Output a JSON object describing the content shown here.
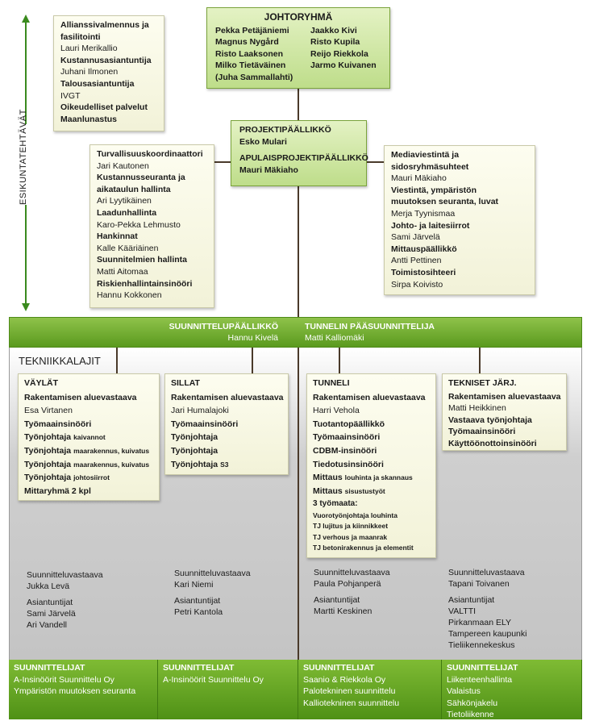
{
  "side_label": "ESIKUNTATEHTÄVÄT",
  "steering": {
    "title": "JOHTORYHMÄ",
    "left": [
      "Pekka Petäjäniemi",
      "Magnus Nygård",
      "Risto Laaksonen",
      "Milko Tietäväinen",
      "(Juha Sammallahti)"
    ],
    "right": [
      "Jaakko Kivi",
      "Risto Kupila",
      "Reijo Riekkola",
      "Jarmo Kuivanen"
    ]
  },
  "staff_left_top": [
    {
      "t": "Allianssivalmennus ja",
      "b": true
    },
    {
      "t": "fasilitointi",
      "b": true
    },
    {
      "t": "Lauri Merikallio",
      "b": false
    },
    {
      "t": "Kustannusasiantuntija",
      "b": true
    },
    {
      "t": "Juhani Ilmonen",
      "b": false
    },
    {
      "t": "Talousasiantuntija",
      "b": true
    },
    {
      "t": "IVGT",
      "b": false
    },
    {
      "t": "Oikeudelliset palvelut",
      "b": true
    },
    {
      "t": "Maanlunastus",
      "b": true
    }
  ],
  "pm": {
    "title1": "PROJEKTIPÄÄLLIKKÖ",
    "name1": "Esko Mulari",
    "title2": "APULAISPROJEKTIPÄÄLLIKKÖ",
    "name2": "Mauri Mäkiaho"
  },
  "staff_left": [
    {
      "t": "Turvallisuuskoordinaattori",
      "b": true
    },
    {
      "t": "Jari Kautonen",
      "b": false
    },
    {
      "t": "Kustannusseuranta ja",
      "b": true
    },
    {
      "t": "aikataulun hallinta",
      "b": true
    },
    {
      "t": "Ari Lyytikäinen",
      "b": false
    },
    {
      "t": "Laadunhallinta",
      "b": true
    },
    {
      "t": "Karo-Pekka Lehmusto",
      "b": false
    },
    {
      "t": "Hankinnat",
      "b": true
    },
    {
      "t": "Kalle Kääriäinen",
      "b": false
    },
    {
      "t": "Suunnitelmien hallinta",
      "b": true
    },
    {
      "t": "Matti Aitomaa",
      "b": false
    },
    {
      "t": "Riskienhallintainsinööri",
      "b": true
    },
    {
      "t": "Hannu Kokkonen",
      "b": false
    }
  ],
  "staff_right": [
    {
      "t": "Mediaviestintä ja",
      "b": true
    },
    {
      "t": "sidosryhmäsuhteet",
      "b": true
    },
    {
      "t": "Mauri Mäkiaho",
      "b": false
    },
    {
      "t": "Viestintä, ympäristön",
      "b": true
    },
    {
      "t": "muutoksen seuranta, luvat",
      "b": true
    },
    {
      "t": "Merja Tyynismaa",
      "b": false
    },
    {
      "t": "Johto- ja laitesiirrot",
      "b": true
    },
    {
      "t": "Sami Järvelä",
      "b": false
    },
    {
      "t": "Mittauspäällikkö",
      "b": true
    },
    {
      "t": "Antti Pettinen",
      "b": false
    },
    {
      "t": "Toimistosihteeri",
      "b": true
    },
    {
      "t": "Sirpa Koivisto",
      "b": false
    }
  ],
  "band": {
    "left_title": "SUUNNITTELUPÄÄLLIKKÖ",
    "left_name": "Hannu Kivelä",
    "right_title": "TUNNELIN PÄÄSUUNNITTELIJA",
    "right_name": "Matti Kalliomäki"
  },
  "section_label": "TEKNIIKKALAJIT",
  "vaylat": {
    "title": "VÄYLÄT",
    "rows": [
      {
        "main": "Rakentamisen aluevastaava",
        "sub": ""
      },
      {
        "main": "Esa Virtanen",
        "sub": "",
        "plain": true
      },
      {
        "main": "Työmaainsinööri",
        "sub": ""
      },
      {
        "main": "Työnjohtaja",
        "sub": "kaivannot"
      },
      {
        "main": "Työnjohtaja",
        "sub": "maarakennus, kuivatus"
      },
      {
        "main": "Työnjohtaja",
        "sub": "maarakennus, kuivatus"
      },
      {
        "main": "Työnjohtaja",
        "sub": "johtosiirrot"
      },
      {
        "main": "Mittaryhmä 2 kpl",
        "sub": ""
      }
    ]
  },
  "sillat": {
    "title": "SILLAT",
    "rows": [
      {
        "main": "Rakentamisen aluevastaava",
        "sub": ""
      },
      {
        "main": "Jari Humalajoki",
        "sub": "",
        "plain": true
      },
      {
        "main": "Työmaainsinööri",
        "sub": ""
      },
      {
        "main": "Työnjohtaja",
        "sub": ""
      },
      {
        "main": "Työnjohtaja",
        "sub": ""
      },
      {
        "main": "Työnjohtaja",
        "sub": "S3"
      }
    ]
  },
  "tunneli": {
    "title": "TUNNELI",
    "rows": [
      {
        "main": "Rakentamisen aluevastaava",
        "sub": ""
      },
      {
        "main": "Harri Vehola",
        "sub": "",
        "plain": true
      },
      {
        "main": "Tuotantopäällikkö",
        "sub": ""
      },
      {
        "main": "Työmaainsinööri",
        "sub": ""
      },
      {
        "main": "CDBM-insinööri",
        "sub": ""
      },
      {
        "main": "Tiedotusinsinööri",
        "sub": ""
      },
      {
        "main": "Mittaus",
        "sub": "louhinta ja skannaus"
      },
      {
        "main": "Mittaus",
        "sub": "sisustustyöt"
      }
    ],
    "sites_title": "3 työmaata:",
    "sites": [
      "Vuorotyönjohtaja louhinta",
      "TJ lujitus ja kiinnikkeet",
      "TJ verhous ja maanrak",
      "TJ betonirakennus ja elementit"
    ]
  },
  "tekniset": {
    "title": "TEKNISET JÄRJ.",
    "rows": [
      {
        "main": "Rakentamisen aluevastaava",
        "plain": false
      },
      {
        "main": "Matti Heikkinen",
        "plain": true
      },
      {
        "main": "Vastaava työnjohtaja",
        "plain": false
      },
      {
        "main": "Työmaainsinööri",
        "plain": false
      },
      {
        "main": "Käyttöönottoinsinööri",
        "plain": false
      }
    ]
  },
  "design": [
    {
      "resp_title": "Suunnitteluvastaava",
      "resp_name": "Jukka Levä",
      "exp_title": "Asiantuntijat",
      "experts": [
        "Sami Järvelä",
        "Ari Vandell"
      ]
    },
    {
      "resp_title": "Suunnitteluvastaava",
      "resp_name": "Kari Niemi",
      "exp_title": "Asiantuntijat",
      "experts": [
        "Petri Kantola"
      ]
    },
    {
      "resp_title": "Suunnitteluvastaava",
      "resp_name": "Paula Pohjanperä",
      "exp_title": "Asiantuntijat",
      "experts": [
        "Martti Keskinen"
      ]
    },
    {
      "resp_title": "Suunnitteluvastaava",
      "resp_name": "Tapani Toivanen",
      "exp_title": "Asiantuntijat",
      "experts": [
        "VALTTI",
        "Pirkanmaan ELY",
        "Tampereen kaupunki",
        "Tieliikennekeskus"
      ]
    }
  ],
  "designers": [
    {
      "title": "SUUNNITTELIJAT",
      "lines": [
        "A-Insinöörit Suunnittelu Oy",
        "Ympäristön muutoksen seuranta"
      ]
    },
    {
      "title": "SUUNNITTELIJAT",
      "lines": [
        "A-Insinöörit Suunnittelu Oy"
      ]
    },
    {
      "title": "SUUNNITTELIJAT",
      "lines": [
        "Saanio & Riekkola Oy",
        "Palotekninen suunnittelu",
        "Kalliotekninen suunnittelu"
      ]
    },
    {
      "title": "SUUNNITTELIJAT",
      "lines": [
        "Liikenteenhallinta",
        "Valaistus",
        "Sähkönjakelu",
        "Tietoliikenne"
      ]
    }
  ]
}
